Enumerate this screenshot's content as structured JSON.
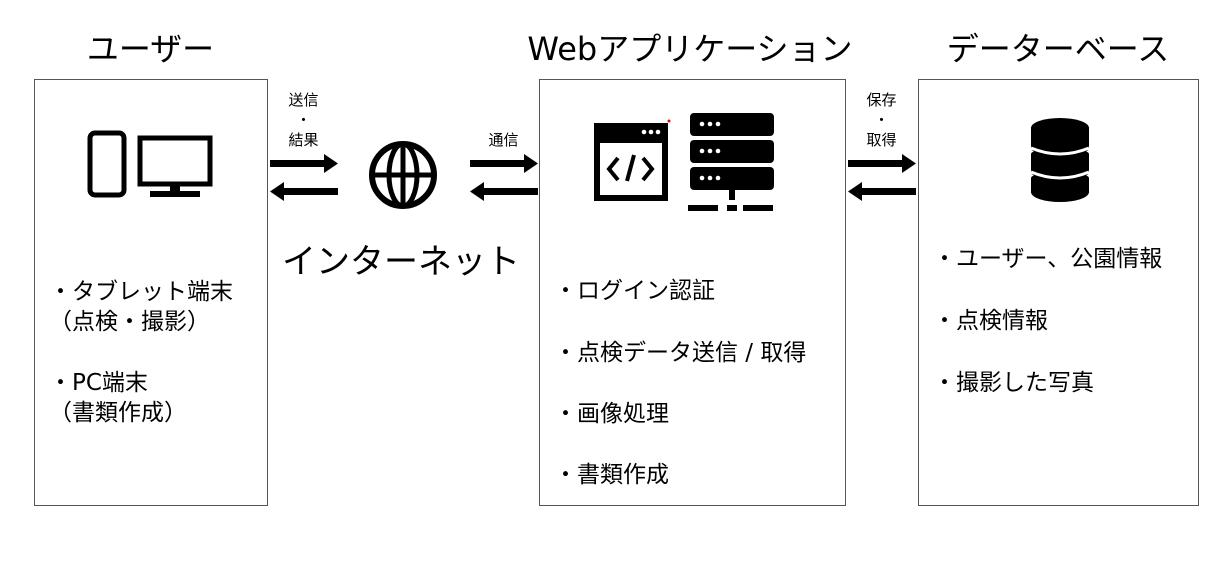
{
  "user": {
    "title": "ユーザー",
    "items": [
      {
        "line1": "・タブレット端末",
        "line2": "（点検・撮影）"
      },
      {
        "line1": "・PC端末",
        "line2": "（書類作成）"
      }
    ]
  },
  "left_link": {
    "line1": "送信",
    "dot": "・",
    "line2": "結果"
  },
  "internet": {
    "label": "インターネット"
  },
  "mid_link": {
    "label": "通信"
  },
  "webapp": {
    "title": "Webアプリケーション",
    "items": [
      "・ログイン認証",
      "・点検データ送信 / 取得",
      "・画像処理",
      "・書類作成"
    ]
  },
  "right_link": {
    "line1": "保存",
    "dot": "・",
    "line2": "取得"
  },
  "database": {
    "title": "データーベース",
    "items": [
      "・ユーザー、公園情報",
      "・点検情報",
      "・撮影した写真"
    ]
  }
}
